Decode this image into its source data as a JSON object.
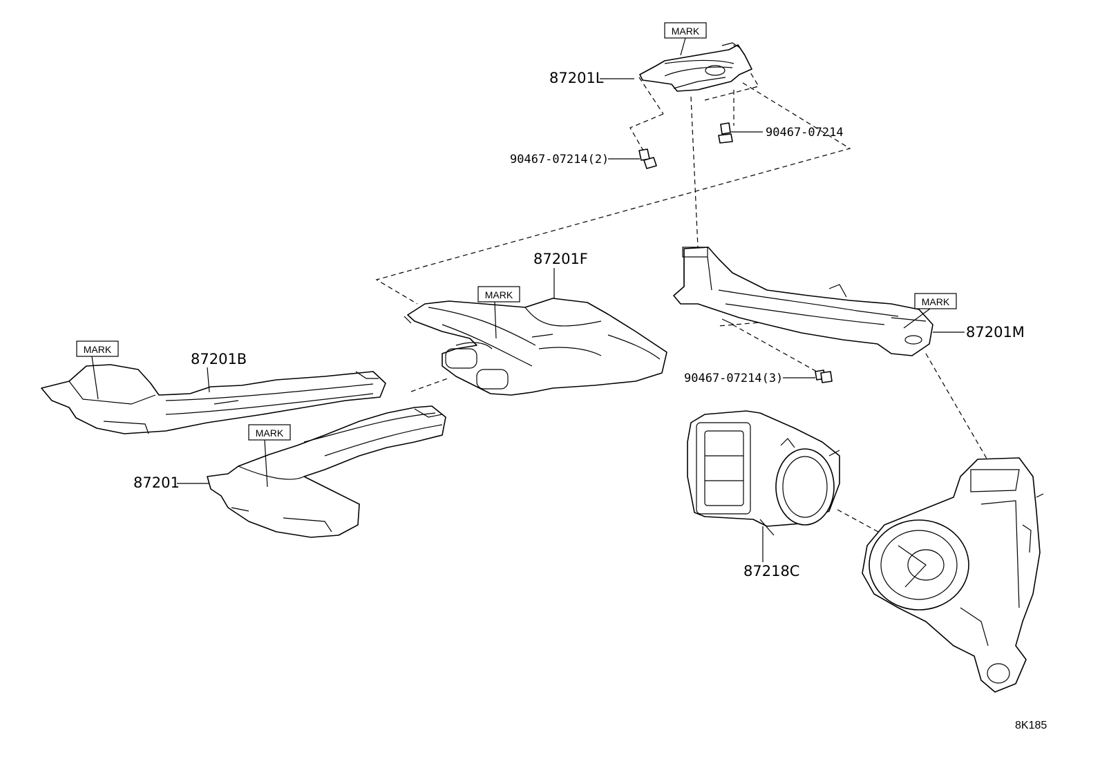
{
  "diagram": {
    "ref_code": "8K185",
    "mark_text": "MARK",
    "parts": {
      "p87201L": "87201L",
      "p87201F": "87201F",
      "p87201M": "87201M",
      "p87201B": "87201B",
      "p87201": "87201",
      "p87218C": "87218C"
    },
    "bolts": {
      "b_top_right": "90467-07214",
      "b_top_left": "90467-07214(2)",
      "b_mid": "90467-07214(3)"
    }
  }
}
